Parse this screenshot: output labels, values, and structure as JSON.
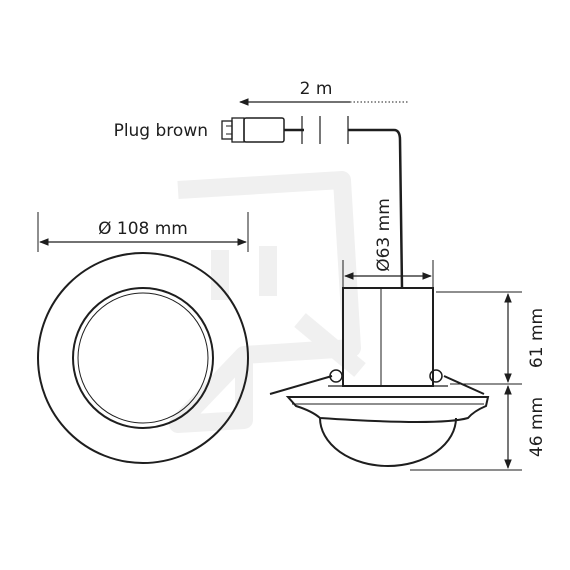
{
  "diagram": {
    "labels": {
      "cable_length": "2 m",
      "plug": "Plug brown",
      "diameter_front": "Ø 108 mm",
      "diameter_body": "Ø63 mm",
      "height_upper": "61 mm",
      "height_lower": "46 mm"
    },
    "colors": {
      "line": "#1e1e1e",
      "watermark": "#f0f0f0",
      "background": "#ffffff"
    },
    "icons": {
      "watermark": "plug-watermark-icon"
    }
  }
}
